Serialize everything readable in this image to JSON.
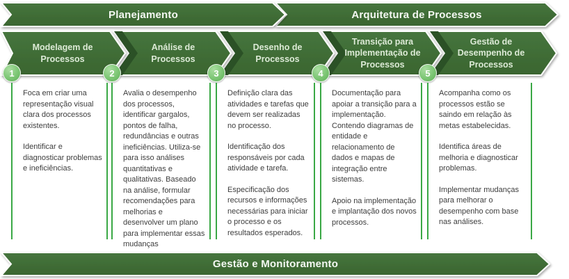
{
  "banners": {
    "planejamento": "Planejamento",
    "arquitetura": "Arquitetura de Processos",
    "gestao": "Gestão e Monitoramento"
  },
  "phases": [
    {
      "number": "1",
      "title": "Modelagem de Processos",
      "paragraphs": [
        "Foca em criar uma representação visual clara dos processos existentes.",
        "Identificar e diagnosticar problemas e ineficiências."
      ]
    },
    {
      "number": "2",
      "title": "Análise de Processos",
      "paragraphs": [
        "Avalia o desempenho dos processos, identificar gargalos, pontos de falha, redundâncias e outras ineficiências. Utiliza-se para isso análises quantitativas e qualitativas. Baseado na análise, formular recomendações para melhorias e desenvolver um plano para implementar essas mudanças"
      ]
    },
    {
      "number": "3",
      "title": "Desenho de Processos",
      "paragraphs": [
        "Definição clara das atividades e tarefas que devem ser realizadas no processo.",
        "Identificação dos responsáveis por cada atividade e tarefa.",
        "Especificação dos recursos e informações necessárias para iniciar o processo e os resultados esperados."
      ]
    },
    {
      "number": "4",
      "title": "Transição para Implementação de Processos",
      "paragraphs": [
        "Documentação para apoiar a transição para a implementação. Contendo diagramas de entidade e relacionamento de dados e mapas de integração entre sistemas.",
        "Apoio na implementação e implantação dos novos processos."
      ]
    },
    {
      "number": "5",
      "title": "Gestão de Desempenho de Processos",
      "paragraphs": [
        "Acompanha como os processos estão se saindo em relação às metas estabelecidas.",
        "Identifica áreas de melhoria e diagnosticar problemas.",
        "Implementar mudanças para melhorar o desempenho com base nas análises."
      ]
    }
  ],
  "colors": {
    "arrow_green_top": "#46753e",
    "arrow_green_bottom": "#3a652f",
    "wedge_green": "#2b5126",
    "circle_green": "#7cc674",
    "box_border_green": "#3aa845",
    "chevron_label": "#dcead6",
    "banner_label": "#f4f8f2",
    "body_text": "#3d3d3d"
  }
}
